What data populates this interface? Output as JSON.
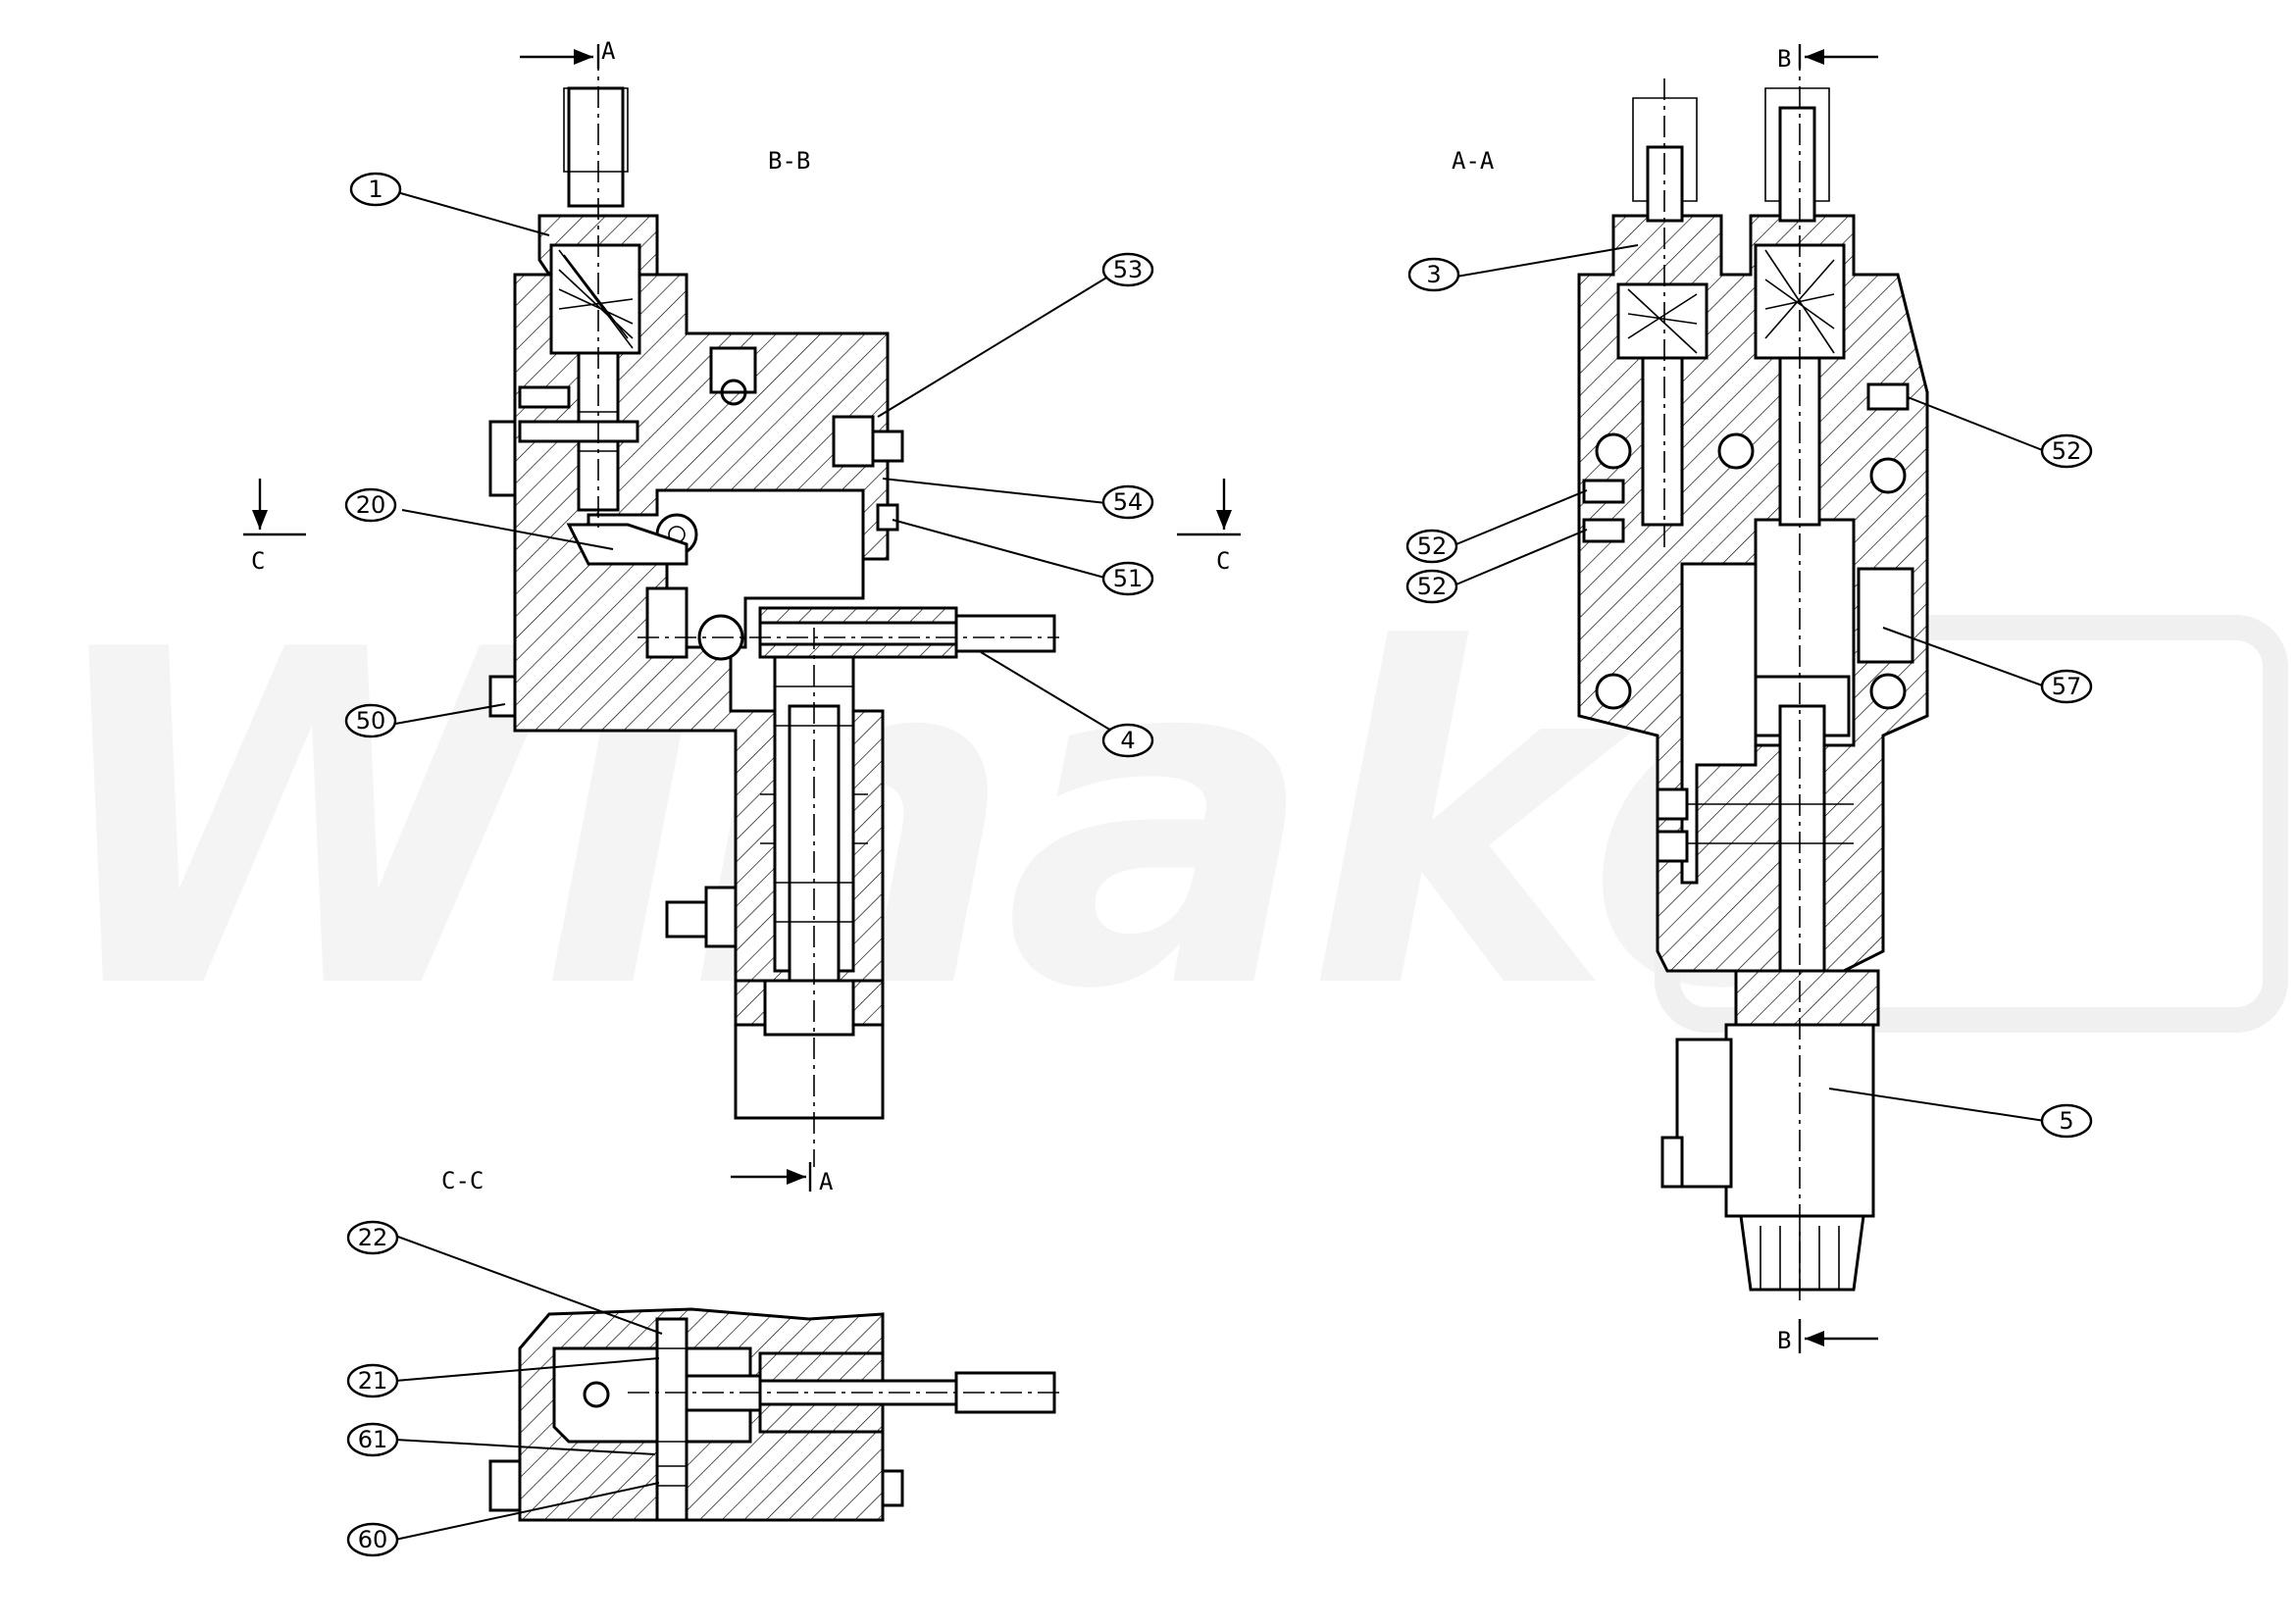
{
  "watermark": "Winako",
  "views": {
    "bb": "B-B",
    "aa": "A-A",
    "cc": "C-C"
  },
  "section_marks": {
    "a": "A",
    "b": "B",
    "c": "C"
  },
  "callouts": [
    "1",
    "53",
    "54",
    "20",
    "51",
    "4",
    "50",
    "3",
    "52",
    "52",
    "52",
    "57",
    "5",
    "22",
    "21",
    "61",
    "60"
  ]
}
